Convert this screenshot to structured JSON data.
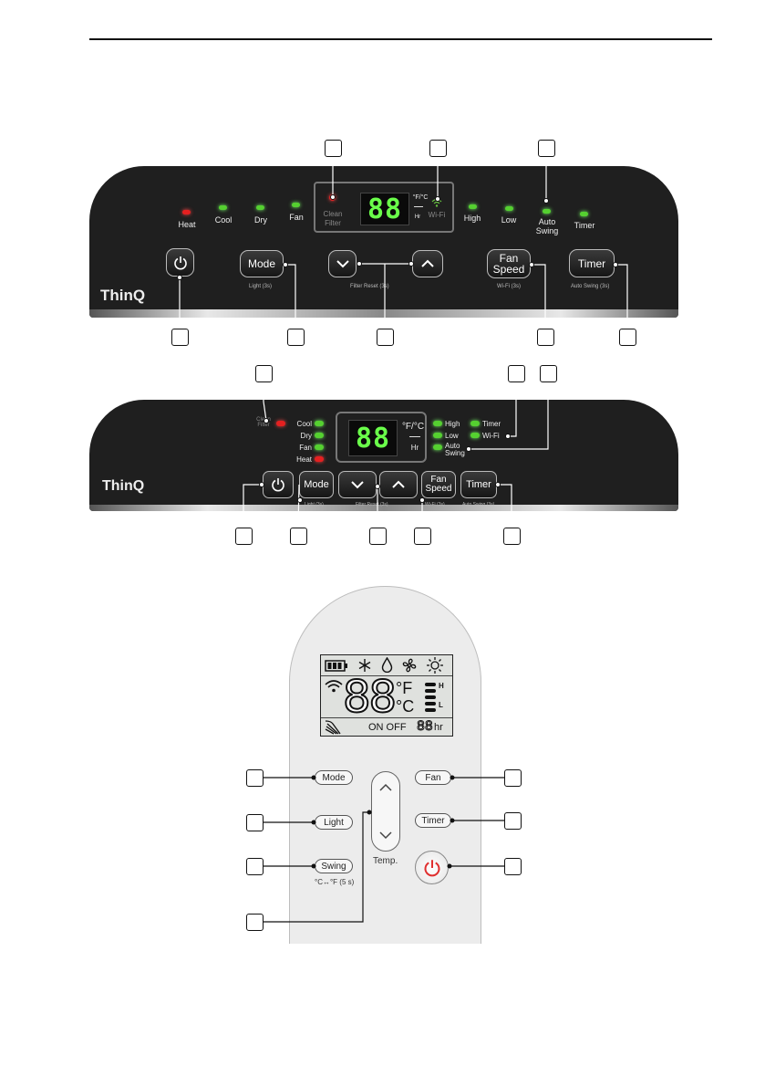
{
  "panel_top": {
    "brand": "ThinQ",
    "indicators": {
      "heat": "Heat",
      "cool": "Cool",
      "dry": "Dry",
      "fan": "Fan",
      "clean_filter": "Clean\nFilter",
      "unit": "°F/°C",
      "hr": "Hr",
      "wifi": "Wi-Fi",
      "high": "High",
      "low": "Low",
      "auto_swing": "Auto\nSwing",
      "timer": "Timer"
    },
    "display": "88",
    "buttons": {
      "mode": "Mode",
      "fan_speed": "Fan\nSpeed",
      "timer": "Timer"
    },
    "sublabels": {
      "mode": "Light (3s)",
      "arrows": "Filter Reset (3s)",
      "fan_speed": "Wi-Fi (3s)",
      "timer": "Auto Swing (3s)"
    }
  },
  "panel_bottom": {
    "brand": "ThinQ",
    "indicators": {
      "clean_filter": "Clean\nFilter",
      "cool": "Cool",
      "dry": "Dry",
      "fan": "Fan",
      "heat": "Heat",
      "unit": "°F/°C",
      "hr": "Hr",
      "high": "High",
      "low": "Low",
      "auto_swing": "Auto\nSwing",
      "timer": "Timer",
      "wifi": "Wi-Fi"
    },
    "display": "88",
    "buttons": {
      "mode": "Mode",
      "fan_speed": "Fan\nSpeed",
      "timer": "Timer"
    },
    "sublabels": {
      "mode": "Light (3s)",
      "arrows": "Filter Reset (3s)",
      "fan_speed": "Wi-Fi (3s)",
      "timer": "Auto Swing (3s)"
    }
  },
  "remote": {
    "lcd": {
      "digits": "88",
      "deg_f": "°F",
      "deg_c": "°C",
      "high": "H",
      "low": "L",
      "onoff": "ON OFF",
      "timer_digits": "88",
      "hr": "hr"
    },
    "buttons": {
      "mode": "Mode",
      "light": "Light",
      "swing": "Swing",
      "fan": "Fan",
      "timer": "Timer"
    },
    "swing_note": "°C↔°F (5 s)",
    "temp_label": "Temp."
  },
  "colors": {
    "green_led": "#55d030",
    "red_led": "#e52020",
    "panel": "#1f1f1f",
    "power_red": "#e03030"
  }
}
